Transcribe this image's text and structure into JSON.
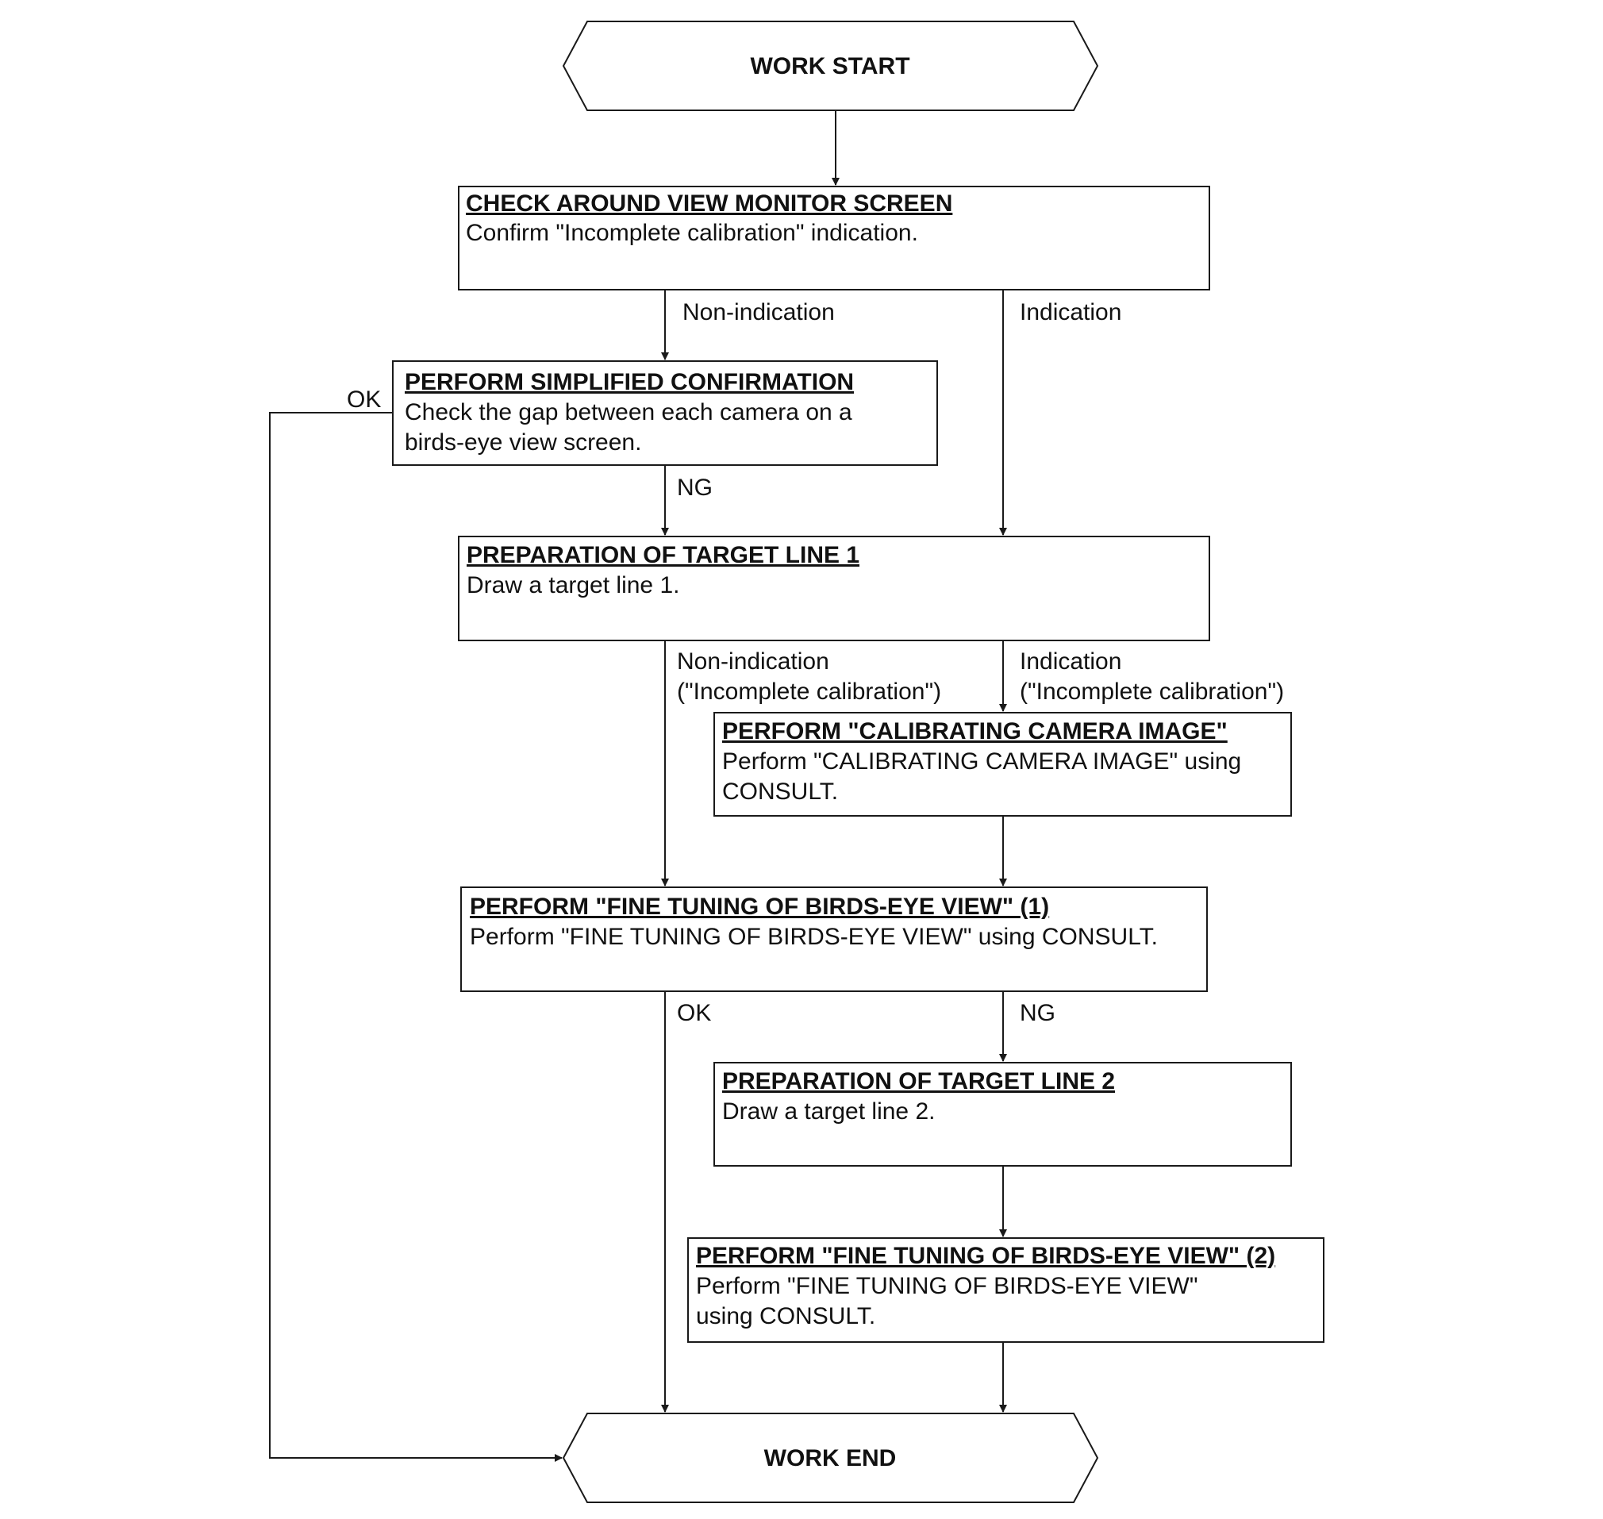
{
  "terminals": {
    "start": "WORK START",
    "end": "WORK END"
  },
  "steps": {
    "check_monitor": {
      "title": "CHECK AROUND VIEW MONITOR SCREEN",
      "lines": [
        "Confirm \"Incomplete calibration\" indication."
      ]
    },
    "simplified_confirmation": {
      "title": "PERFORM SIMPLIFIED CONFIRMATION",
      "lines": [
        "Check the gap between each camera on a",
        "birds-eye view screen."
      ]
    },
    "target_line_1": {
      "title": "PREPARATION OF TARGET LINE 1",
      "lines": [
        "Draw a target line 1."
      ]
    },
    "calibrating_camera": {
      "title": "PERFORM \"CALIBRATING CAMERA IMAGE\"",
      "lines": [
        "Perform \"CALIBRATING CAMERA IMAGE\" using",
        "CONSULT."
      ]
    },
    "fine_tuning_1": {
      "title": "PERFORM \"FINE TUNING OF BIRDS-EYE VIEW\" (1)",
      "lines": [
        "Perform \"FINE TUNING OF BIRDS-EYE VIEW\" using CONSULT."
      ]
    },
    "target_line_2": {
      "title": "PREPARATION OF TARGET LINE 2",
      "lines": [
        "Draw a target line  2."
      ]
    },
    "fine_tuning_2": {
      "title": "PERFORM \"FINE TUNING OF BIRDS-EYE VIEW\" (2)",
      "lines": [
        "Perform \"FINE TUNING OF BIRDS-EYE VIEW\"",
        "using CONSULT."
      ]
    }
  },
  "edge_labels": {
    "check_non_indication": "Non-indication",
    "check_indication": "Indication",
    "simplified_ok": "OK",
    "simplified_ng": "NG",
    "target1_non_indication": [
      "Non-indication",
      "(\"Incomplete calibration\")"
    ],
    "target1_indication": [
      "Indication",
      "(\"Incomplete calibration\")"
    ],
    "fine1_ok": "OK",
    "fine1_ng": "NG"
  }
}
